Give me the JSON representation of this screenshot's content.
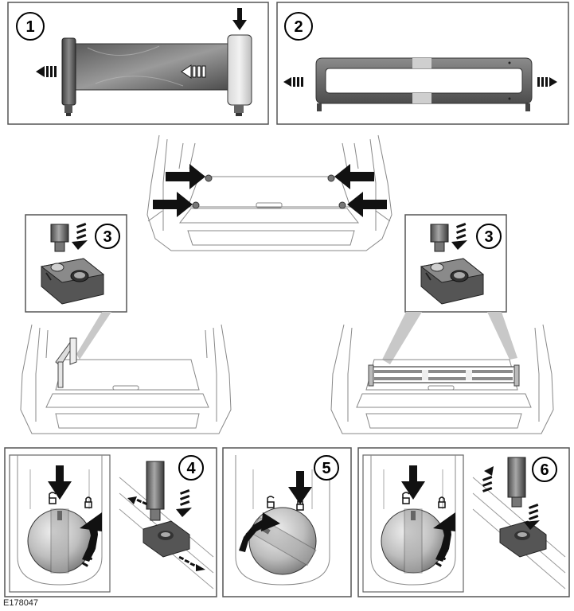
{
  "figure_id": "E178047",
  "steps": [
    "1",
    "2",
    "3",
    "3",
    "4",
    "5",
    "6"
  ]
}
